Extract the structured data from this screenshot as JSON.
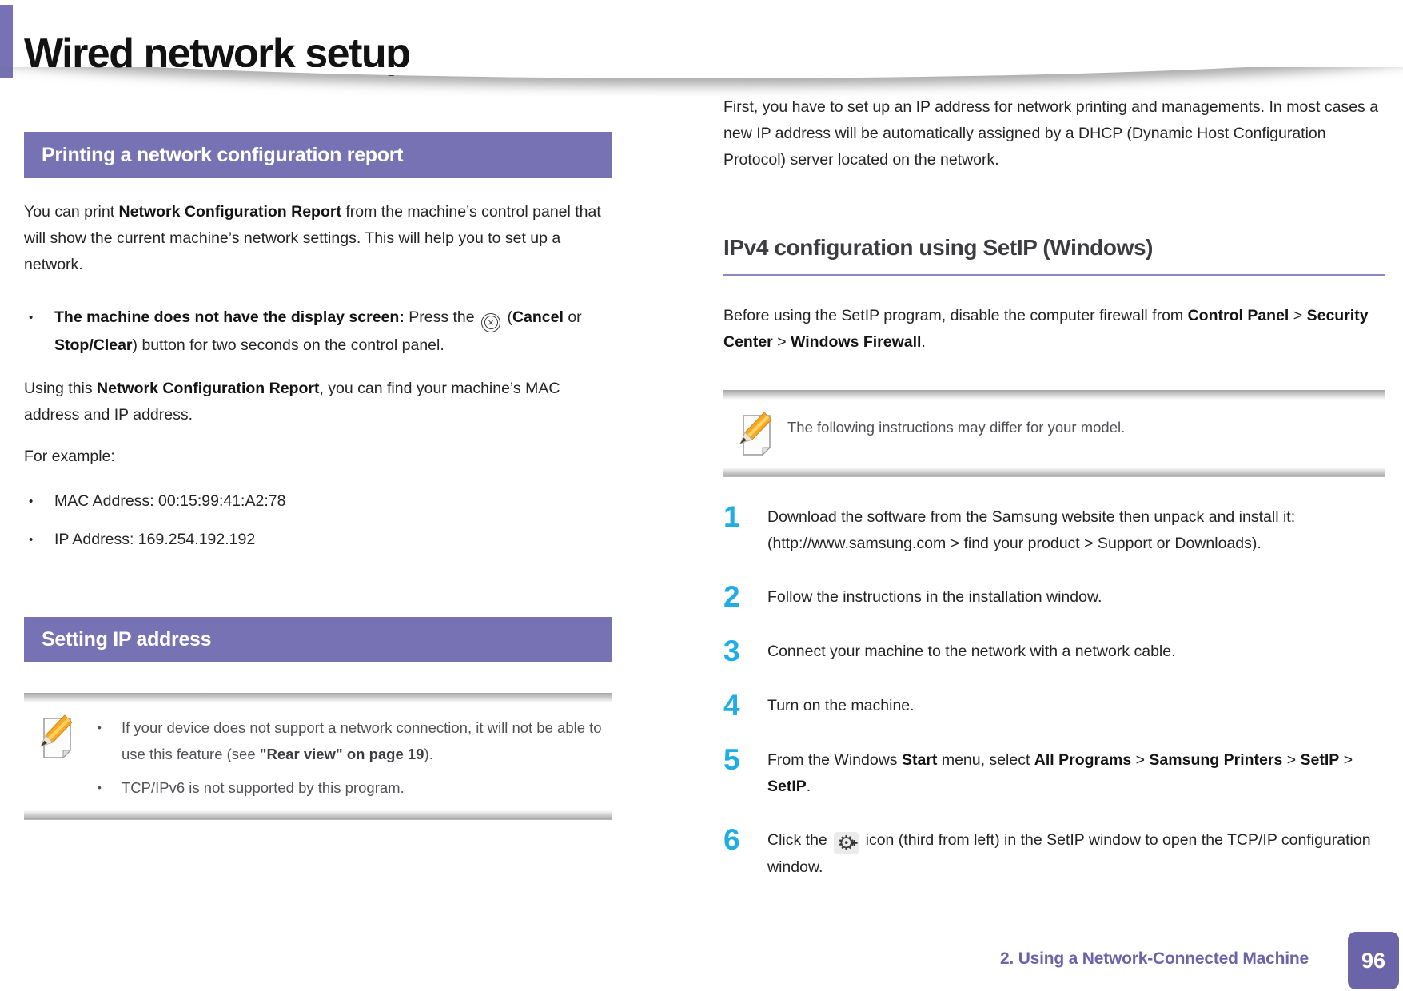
{
  "page": {
    "title": "Wired network setup",
    "footer": {
      "chapter": "2.  Using a Network-Connected Machine",
      "page_number": "96"
    }
  },
  "colors": {
    "section_bar_purple": "#7672b3",
    "footer_purple": "#6b64a9",
    "step_number_cyan": "#1fade6",
    "heading_underline": "#8d87c2"
  },
  "left": {
    "section1_title": "Printing a network configuration report",
    "p1": [
      {
        "t": "You can print "
      },
      {
        "t": "Network Configuration Report",
        "b": true
      },
      {
        "t": " from the machine’s control panel that will show the current machine’s network settings. This will help you to set up a network."
      }
    ],
    "bullet1": [
      {
        "t": "The machine does not have the display screen:",
        "b": true
      },
      {
        "t": " Press the "
      },
      {
        "icon": "cancel-icon"
      },
      {
        "t": " ("
      },
      {
        "t": "Cancel",
        "b": true
      },
      {
        "t": " or "
      },
      {
        "t": "Stop/Clear",
        "b": true
      },
      {
        "t": ") button for two seconds on the control panel."
      }
    ],
    "p2": [
      {
        "t": "Using this "
      },
      {
        "t": "Network Configuration Report",
        "b": true
      },
      {
        "t": ", you can find your machine’s MAC address and IP address."
      }
    ],
    "p3": "For example:",
    "examples": [
      "MAC Address: 00:15:99:41:A2:78",
      "IP Address: 169.254.192.192"
    ],
    "section2_title": "Setting IP address",
    "note_items": [
      [
        {
          "t": "If your device does not support a network connection, it will not be able to use this feature (see "
        },
        {
          "t": "\"Rear view\" on page 19",
          "b": true
        },
        {
          "t": ")."
        }
      ],
      [
        {
          "t": "TCP/IPv6 is not supported by this program."
        }
      ]
    ]
  },
  "right": {
    "intro": [
      {
        "t": "First, you have to set up an IP address for network printing and managements. In most cases a new IP address will be automatically assigned by a DHCP (Dynamic Host Configuration Protocol) server located on the network."
      }
    ],
    "heading": "IPv4 configuration using SetIP (Windows)",
    "p1": [
      {
        "t": "Before using the SetIP program, disable the computer firewall from "
      },
      {
        "t": "Control Panel",
        "b": true
      },
      {
        "t": " > "
      },
      {
        "t": "Security Center",
        "b": true
      },
      {
        "t": " > "
      },
      {
        "t": "Windows Firewall",
        "b": true
      },
      {
        "t": "."
      }
    ],
    "note": [
      {
        "t": "The following instructions may differ for your model."
      }
    ],
    "steps": [
      {
        "num": "1",
        "segments": [
          {
            "t": "Download the software from the Samsung website then unpack and install it: (http://www.samsung.com > find your product > Support or Downloads)."
          }
        ]
      },
      {
        "num": "2",
        "segments": [
          {
            "t": "Follow the instructions in the installation window."
          }
        ]
      },
      {
        "num": "3",
        "segments": [
          {
            "t": "Connect your machine to the network with a network cable."
          }
        ]
      },
      {
        "num": "4",
        "segments": [
          {
            "t": "Turn on the machine."
          }
        ]
      },
      {
        "num": "5",
        "segments": [
          {
            "t": "From the Windows "
          },
          {
            "t": "Start",
            "b": true
          },
          {
            "t": " menu, select "
          },
          {
            "t": "All Programs",
            "b": true
          },
          {
            "t": " > "
          },
          {
            "t": "Samsung Printers",
            "b": true
          },
          {
            "t": " > "
          },
          {
            "t": "SetIP",
            "b": true
          },
          {
            "t": " > "
          },
          {
            "t": "SetIP",
            "b": true
          },
          {
            "t": "."
          }
        ]
      },
      {
        "num": "6",
        "segments": [
          {
            "t": "Click the "
          },
          {
            "icon": "setip-gear-icon"
          },
          {
            "t": " icon (third from left) in the SetIP window to open the TCP/IP configuration window."
          }
        ]
      }
    ]
  }
}
